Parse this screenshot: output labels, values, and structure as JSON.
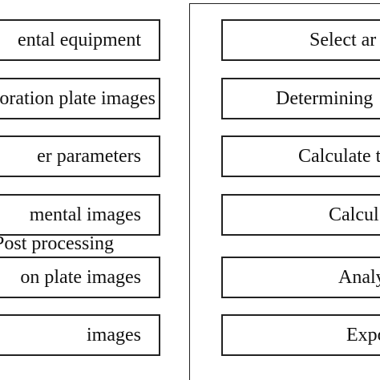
{
  "left_steps": [
    "ental equipment",
    "oration plate images",
    "er parameters",
    "mental images",
    "on plate images",
    "images"
  ],
  "post_processing_label": "Post processing",
  "right_steps": [
    "Select ar",
    "Determining",
    "Calculate t",
    "Calcul",
    "Analy",
    "Expo"
  ]
}
